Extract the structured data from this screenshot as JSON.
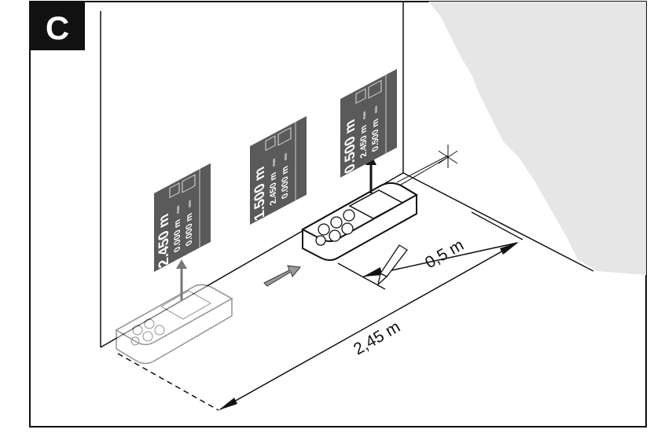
{
  "figure_label": "C",
  "dimensions": {
    "total": "2,45 m",
    "offset": "0,5 m"
  },
  "displays": [
    {
      "main": "2.450 m",
      "line1": "0.000 m",
      "line2": "0.000 m",
      "label1": "max",
      "label2": "min"
    },
    {
      "main": "1.500 m",
      "line1": "0.000 m",
      "line2": "2.450 m",
      "label1": "max",
      "label2": "min"
    },
    {
      "main": "0.500 m",
      "line1": "0.500 m",
      "line2": "2.450 m",
      "label1": "max",
      "label2": "min"
    }
  ],
  "colors": {
    "display_bg": "#5a5a5a",
    "wall_shade": "#e6e6e6",
    "label_bg": "#111111"
  }
}
